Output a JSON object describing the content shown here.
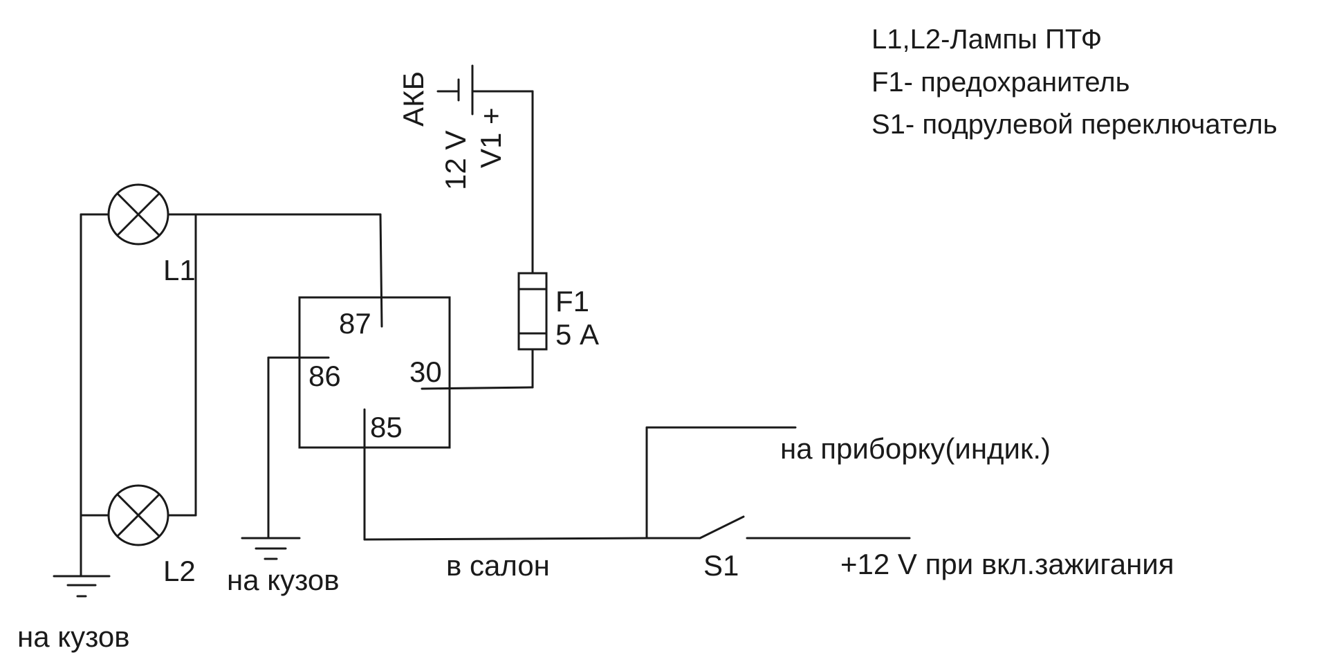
{
  "legend": {
    "line1": "L1,L2-Лампы ПТФ",
    "line2": "F1- предохранитель",
    "line3": "S1- подрулевой переключатель"
  },
  "battery": {
    "name": "АКБ",
    "voltage": "12 V",
    "id": "V1",
    "polarity": "+"
  },
  "fuse": {
    "id": "F1",
    "rating": "5 А"
  },
  "lamps": {
    "l1": "L1",
    "l2": "L2"
  },
  "relay": {
    "pin87": "87",
    "pin86": "86",
    "pin30": "30",
    "pin85": "85"
  },
  "grounds": {
    "left": "на кузов",
    "relay": "на кузов"
  },
  "wires": {
    "salon": "в салон",
    "dashboard": "на приборку(индик.)",
    "ignition": "+12 V при вкл.зажигания"
  },
  "switch": {
    "id": "S1"
  }
}
